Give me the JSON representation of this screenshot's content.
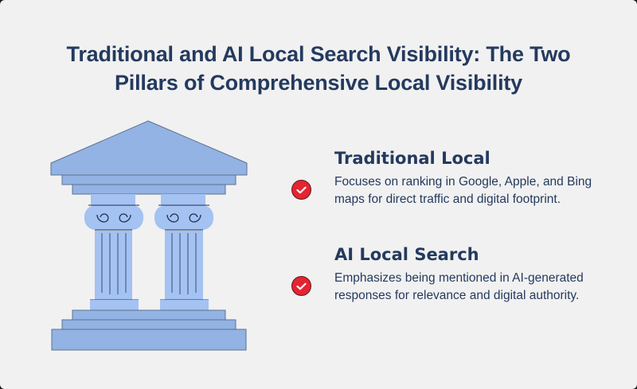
{
  "title": {
    "line1": "Traditional and AI Local Search Visibility: The Two",
    "line2": "Pillars of Comprehensive Local Visibility"
  },
  "illustration": {
    "icon": "greek-temple-pillars-icon",
    "colors": {
      "roof": "#92b3e3",
      "column": "#a4c2f2",
      "outline": "#5d7290",
      "detail": "#1f3050"
    }
  },
  "items": [
    {
      "icon": "check-circle-icon",
      "heading": "Traditional Local",
      "description": "Focuses on ranking in Google, Apple, and Bing maps for direct traffic and digital footprint."
    },
    {
      "icon": "check-circle-icon",
      "heading": "AI Local Search",
      "description": "Emphasizes being mentioned in AI-generated responses for relevance and digital authority."
    }
  ],
  "colors": {
    "background": "#f1f1f1",
    "text": "#243a5e",
    "accent": "#e42431"
  }
}
